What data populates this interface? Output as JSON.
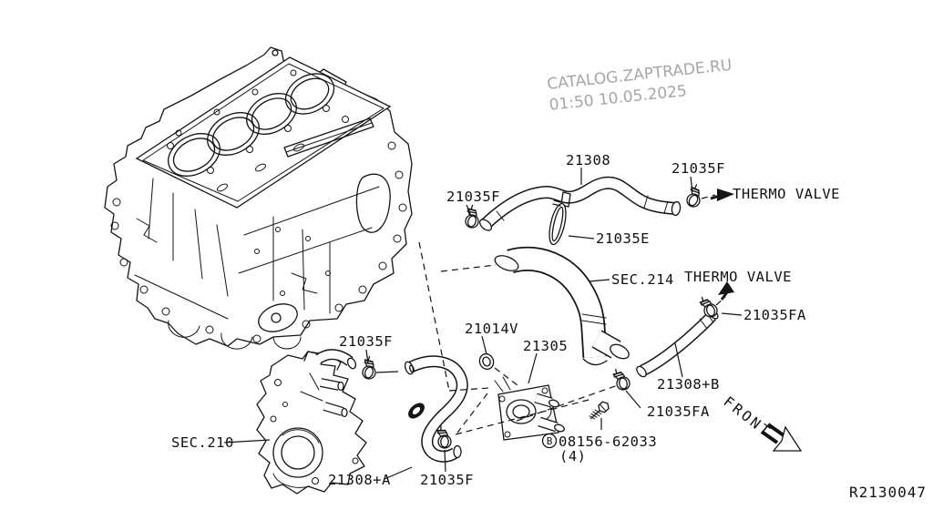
{
  "watermark": {
    "site": "CATALOG.ZAPTRADE.RU",
    "datetime": "01:50 10.05.2025"
  },
  "labels": {
    "hose_21308": "21308",
    "clamp_top_right": "21035F",
    "thermo_valve_top": "THERMO VALVE",
    "clamp_left": "21035F",
    "clamp_21035e": "21035E",
    "sec_214": "SEC.214",
    "thermo_valve_mid": "THERMO VALVE",
    "clamp_fa_top": "21035FA",
    "hose_21308b": "21308+B",
    "oring_21014v": "21014V",
    "cooler_21305": "21305",
    "clamp_mid": "21035F",
    "sec_210": "SEC.210",
    "hose_21308a": "21308+A",
    "clamp_bottom": "21035F",
    "clamp_fa_bottom": "21035FA",
    "bolt_prefix": "B",
    "bolt_number": "08156-62033",
    "bolt_qty": "(4)",
    "front": "FRONT",
    "drawing_ref": "R2130047"
  },
  "colors": {
    "line": "#141414",
    "watermark_gray": "#a6a6a6",
    "background": "#ffffff"
  }
}
